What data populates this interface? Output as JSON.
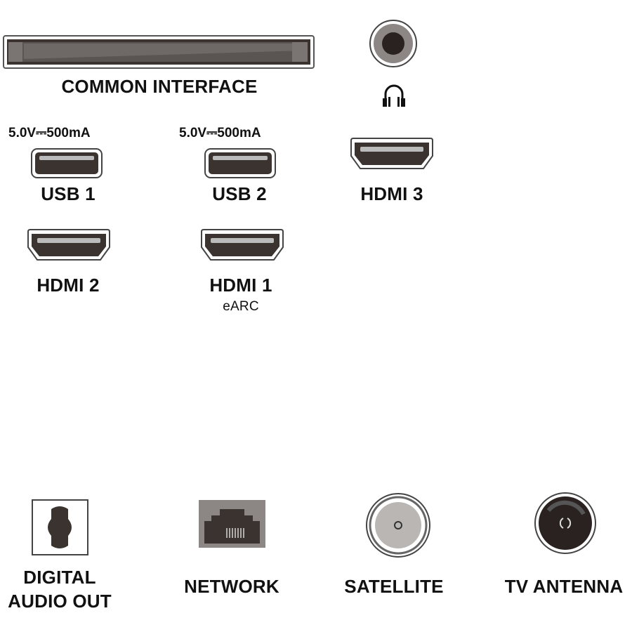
{
  "ports": {
    "common_interface": {
      "label": "COMMON INTERFACE",
      "icon": "ci-slot-icon"
    },
    "headphone": {
      "icon": "headphone-icon"
    },
    "usb1": {
      "label": "USB 1",
      "rating": "5.0V⎓500mA",
      "icon": "usb-port-icon"
    },
    "usb2": {
      "label": "USB 2",
      "rating": "5.0V⎓500mA",
      "icon": "usb-port-icon"
    },
    "hdmi3": {
      "label": "HDMI 3",
      "icon": "hdmi-port-icon"
    },
    "hdmi2": {
      "label": "HDMI 2",
      "icon": "hdmi-port-icon"
    },
    "hdmi1": {
      "label": "HDMI 1",
      "sublabel": "eARC",
      "icon": "hdmi-port-icon"
    },
    "digital_audio": {
      "label_line1": "DIGITAL",
      "label_line2": "AUDIO OUT",
      "icon": "optical-port-icon"
    },
    "network": {
      "label": "NETWORK",
      "icon": "ethernet-port-icon"
    },
    "satellite": {
      "label": "SATELLITE",
      "icon": "satellite-port-icon"
    },
    "antenna": {
      "label": "TV ANTENNA",
      "icon": "antenna-port-icon"
    }
  },
  "colors": {
    "port_dark": "#3a3330",
    "port_gray": "#8c8785",
    "outline": "#444"
  }
}
